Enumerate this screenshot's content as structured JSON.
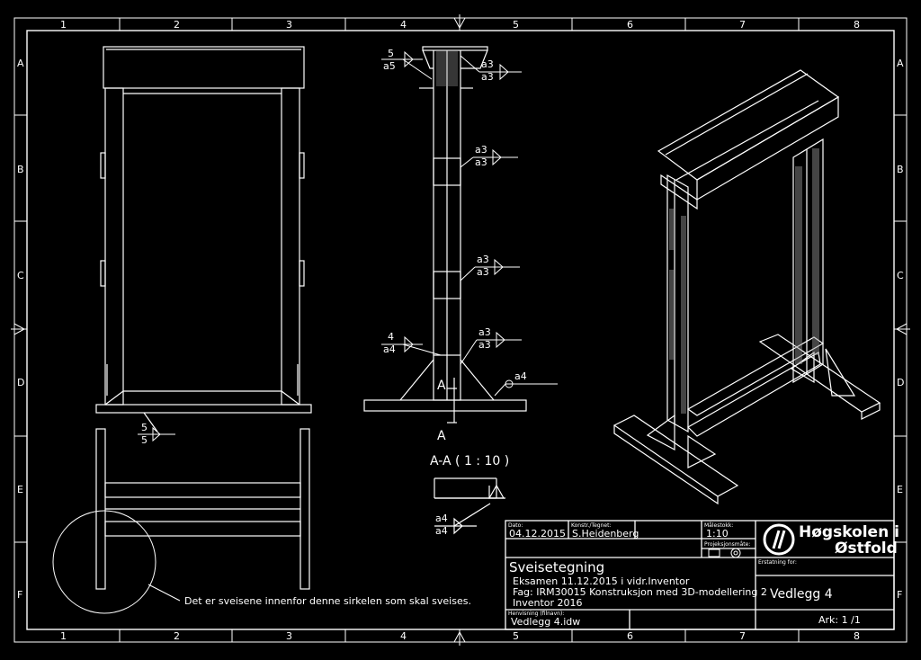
{
  "border": {
    "columns": [
      "1",
      "2",
      "3",
      "4",
      "5",
      "6",
      "7",
      "8"
    ],
    "rows": [
      "A",
      "B",
      "C",
      "D",
      "E",
      "F"
    ]
  },
  "welds": {
    "top_left": [
      "5",
      "a5"
    ],
    "top_right": [
      "a3",
      "a3"
    ],
    "mid1": [
      "a3",
      "a3"
    ],
    "mid2": [
      "a3",
      "a3"
    ],
    "mid3": [
      "a3",
      "a3"
    ],
    "lower_left": [
      "4",
      "a4"
    ],
    "lower_right": "a4",
    "front_view": [
      "5",
      "5"
    ],
    "detail": [
      "a4",
      "a4"
    ]
  },
  "section": {
    "marker": "A",
    "label": "A-A ( 1 : 10 )"
  },
  "note": "Det er sveisene innenfor denne sirkelen som skal sveises.",
  "title_block": {
    "date_label": "Dato:",
    "date": "04.12.2015",
    "author_label": "Konstr./Tegnet:",
    "author": "S.Heidenberg",
    "scale_label": "Målestokk:",
    "scale": "1:10",
    "projection_label": "Projeksjonsmåte:",
    "replacement_label": "Erstatning for:",
    "title": "Sveisetegning",
    "lines": [
      "Eksamen 11.12.2015 i vidr.Inventor",
      "Fag: IRM30015 Konstruksjon med 3D-modellering 2",
      "Inventor 2016"
    ],
    "reference_label": "Henvisning (filnavn):",
    "filename": "Vedlegg 4.idw",
    "sheet_title": "Vedlegg 4",
    "sheet": "Ark:  1 /1",
    "logo_line1": "Høgskolen i",
    "logo_line2": "Østfold"
  }
}
